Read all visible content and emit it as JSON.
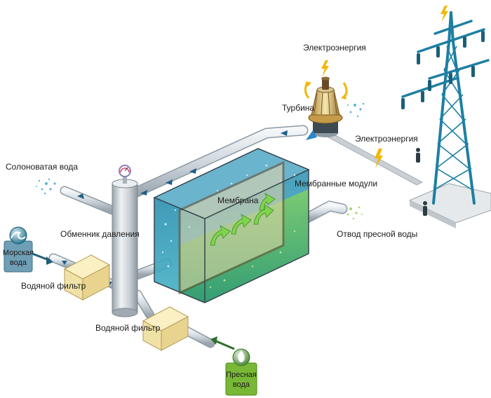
{
  "labels": {
    "electricity_top": "Электроэнергия",
    "turbine": "Турбина",
    "electricity_line": "Электроэнергия",
    "brackish_water": "Солоноватая вода",
    "membrane_modules": "Мембранные модули",
    "membrane": "Мембрана",
    "pressure_exchanger": "Обменник давления",
    "fresh_water_outlet": "Отвод пресной воды",
    "water_filter_left": "Водяной фильтр",
    "water_filter_bottom": "Водяной фильтр"
  },
  "badges": {
    "sea_water": {
      "line1": "Морская",
      "line2": "вода"
    },
    "fresh_water": {
      "line1": "Пресная",
      "line2": "вода"
    }
  },
  "icons": {
    "sea_water_badge": "wave-icon",
    "fresh_water_badge": "water-drop-icon",
    "electricity": "lightning-icon",
    "pressure_gauge": "gauge-icon",
    "turbine": "turbine-icon",
    "power_tower": "power-tower-icon"
  },
  "colors": {
    "sea_badge": "#6f9fb6",
    "fresh_badge": "#79b836",
    "tower": "#1d7fa2",
    "pipe": "#d6dde3",
    "tank_water": "#4fb3c8",
    "membrane_green": "#4aa86a",
    "filter": "#f1e3a6",
    "flow_arrow": "#7fd44c",
    "lightning": "#f2b705"
  }
}
